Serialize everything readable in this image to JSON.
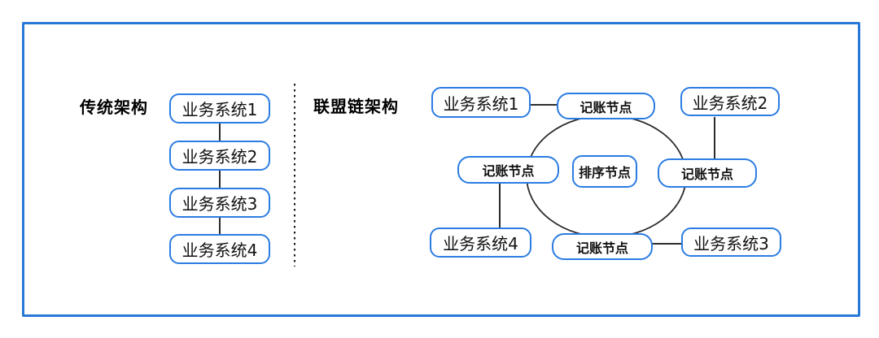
{
  "colors": {
    "frame": "#2878d8",
    "node_border": "#2b7ce2",
    "line": "#2b2b2b",
    "text": "#111111"
  },
  "left_panel": {
    "heading": "传统架构",
    "systems": [
      {
        "label": "业务系统1"
      },
      {
        "label": "业务系统2"
      },
      {
        "label": "业务系统3"
      },
      {
        "label": "业务系统4"
      }
    ]
  },
  "right_panel": {
    "heading": "联盟链架构",
    "ordering_node": {
      "label": "排序节点"
    },
    "accounting_nodes": [
      {
        "position": "top",
        "label": "记账节点"
      },
      {
        "position": "left",
        "label": "记账节点"
      },
      {
        "position": "right",
        "label": "记账节点"
      },
      {
        "position": "bottom",
        "label": "记账节点"
      }
    ],
    "systems": [
      {
        "position": "top-left",
        "label": "业务系统1",
        "connects_to": "top"
      },
      {
        "position": "top-right",
        "label": "业务系统2",
        "connects_to": "right"
      },
      {
        "position": "bottom-right",
        "label": "业务系统3",
        "connects_to": "bottom"
      },
      {
        "position": "bottom-left",
        "label": "业务系统4",
        "connects_to": "left"
      }
    ]
  }
}
